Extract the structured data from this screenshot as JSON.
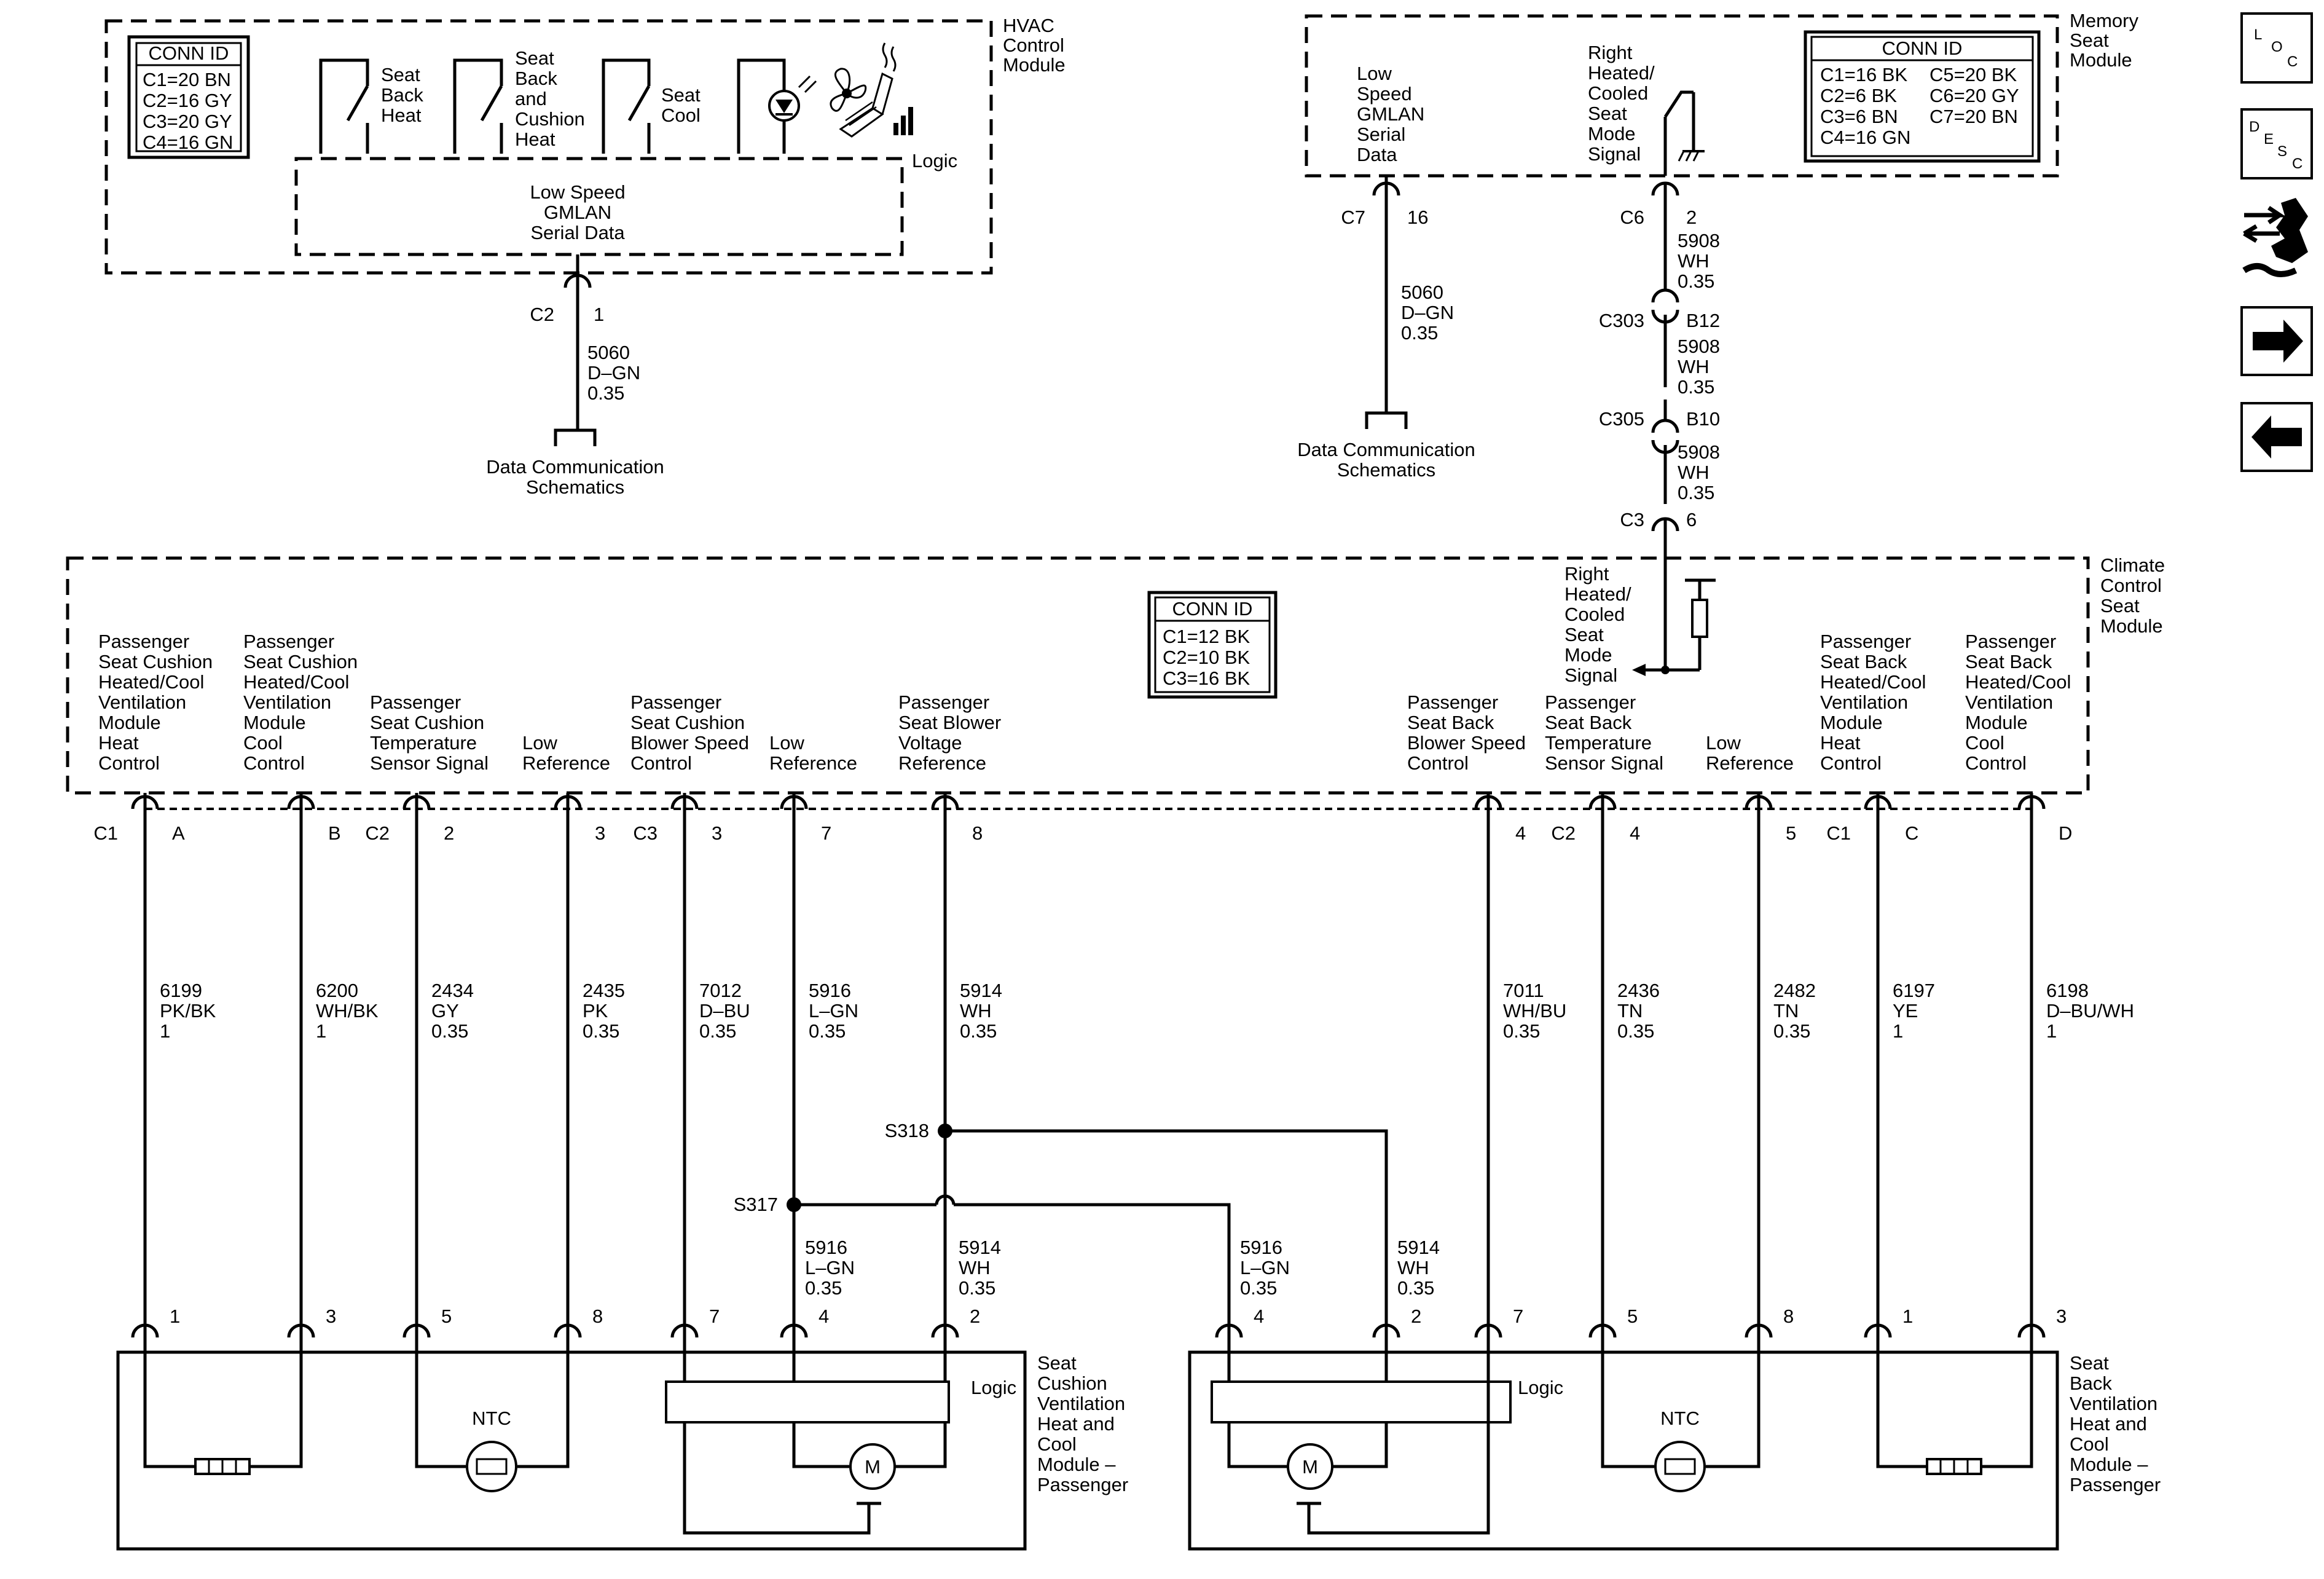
{
  "hvac": {
    "name": [
      "HVAC",
      "Control",
      "Module"
    ],
    "conn": {
      "title": "CONN ID",
      "lines": [
        "C1=20 BN",
        "C2=16 GY",
        "C3=20 GY",
        "C4=16 GN"
      ]
    },
    "switches": [
      [
        "Seat",
        "Back",
        "Heat"
      ],
      [
        "Seat",
        "Back",
        "and",
        "Cushion",
        "Heat"
      ],
      [
        "Seat",
        "Cool"
      ]
    ],
    "logic": "Logic",
    "inner": [
      "Low Speed",
      "GMLAN",
      "Serial Data"
    ],
    "pin_conn": "C2",
    "pin_num": "1",
    "wire": [
      "5060",
      "D–GN",
      "0.35"
    ],
    "dest": [
      "Data Communication",
      "Schematics"
    ]
  },
  "memory": {
    "name": [
      "Memory",
      "Seat",
      "Module"
    ],
    "conn": {
      "title": "CONN ID",
      "left": [
        "C1=16 BK",
        "C2=6 BK",
        "C3=6 BN",
        "C4=16 GN"
      ],
      "right": [
        "C5=20 BK",
        "C6=20 GY",
        "C7=20 BN"
      ]
    },
    "gmlan": [
      "Low",
      "Speed",
      "GMLAN",
      "Serial",
      "Data"
    ],
    "seat_signal": [
      "Right",
      "Heated/",
      "Cooled",
      "Seat",
      "Mode",
      "Signal"
    ],
    "c7": "C7",
    "c7_pin": "16",
    "wire_left": [
      "5060",
      "D–GN",
      "0.35"
    ],
    "dest": [
      "Data Communication",
      "Schematics"
    ],
    "c6": "C6",
    "c6_pin": "2",
    "wire_a": [
      "5908",
      "WH",
      "0.35"
    ],
    "c303": "C303",
    "b12": "B12",
    "wire_b": [
      "5908",
      "WH",
      "0.35"
    ],
    "c305": "C305",
    "b10": "B10",
    "wire_c": [
      "5908",
      "WH",
      "0.35"
    ],
    "c3": "C3",
    "c3_pin": "6"
  },
  "ccsm": {
    "name": [
      "Climate",
      "Control",
      "Seat",
      "Module"
    ],
    "conn": {
      "title": "CONN ID",
      "lines": [
        "C1=12 BK",
        "C2=10 BK",
        "C3=16 BK"
      ]
    },
    "seat_signal": [
      "Right",
      "Heated/",
      "Cooled",
      "Seat",
      "Mode",
      "Signal"
    ]
  },
  "circuits": [
    {
      "label": [
        "Passenger",
        "Seat Cushion",
        "Heated/Cool",
        "Ventilation",
        "Module",
        "Heat",
        "Control"
      ],
      "conn": "C1",
      "pin": "A",
      "wire": [
        "6199",
        "PK/BK",
        "1"
      ],
      "bottom_pin": "1"
    },
    {
      "label": [
        "Passenger",
        "Seat Cushion",
        "Heated/Cool",
        "Ventilation",
        "Module",
        "Cool",
        "Control"
      ],
      "conn": "",
      "pin": "B",
      "wire": [
        "6200",
        "WH/BK",
        "1"
      ],
      "bottom_pin": "3"
    },
    {
      "label": [
        "Passenger",
        "Seat Cushion",
        "Temperature",
        "Sensor Signal"
      ],
      "conn": "C2",
      "pin": "2",
      "wire": [
        "2434",
        "GY",
        "0.35"
      ],
      "bottom_pin": "5"
    },
    {
      "label": [
        "Low",
        "Reference"
      ],
      "conn": "",
      "pin": "3",
      "wire": [
        "2435",
        "PK",
        "0.35"
      ],
      "bottom_pin": "8"
    },
    {
      "label": [
        "Passenger",
        "Seat Cushion",
        "Blower Speed",
        "Control"
      ],
      "conn": "C3",
      "pin": "3",
      "wire": [
        "7012",
        "D–BU",
        "0.35"
      ],
      "bottom_pin": "7"
    },
    {
      "label": [
        "Low",
        "Reference"
      ],
      "conn": "",
      "pin": "7",
      "wire": [
        "5916",
        "L–GN",
        "0.35"
      ],
      "bottom_pin": "4"
    },
    {
      "label": [
        "Passenger",
        "Seat Blower",
        "Voltage",
        "Reference"
      ],
      "conn": "",
      "pin": "8",
      "wire": [
        "5914",
        "WH",
        "0.35"
      ],
      "bottom_pin": "2"
    },
    {
      "label": [
        "Passenger",
        "Seat Back",
        "Blower Speed",
        "Control"
      ],
      "conn": "",
      "pin": "4",
      "wire": [
        "7011",
        "WH/BU",
        "0.35"
      ],
      "bottom_pin": "7"
    },
    {
      "label": [
        "Passenger",
        "Seat Back",
        "Temperature",
        "Sensor Signal"
      ],
      "conn": "C2",
      "pin": "4",
      "wire": [
        "2436",
        "TN",
        "0.35"
      ],
      "bottom_pin": "5"
    },
    {
      "label": [
        "Low",
        "Reference"
      ],
      "conn": "",
      "pin": "5",
      "wire": [
        "2482",
        "TN",
        "0.35"
      ],
      "bottom_pin": "8"
    },
    {
      "label": [
        "Passenger",
        "Seat Back",
        "Heated/Cool",
        "Ventilation",
        "Module",
        "Heat",
        "Control"
      ],
      "conn": "C1",
      "pin": "C",
      "wire": [
        "6197",
        "YE",
        "1"
      ],
      "bottom_pin": "1"
    },
    {
      "label": [
        "Passenger",
        "Seat Back",
        "Heated/Cool",
        "Ventilation",
        "Module",
        "Cool",
        "Control"
      ],
      "conn": "",
      "pin": "D",
      "wire": [
        "6198",
        "D–BU/WH",
        "1"
      ],
      "bottom_pin": "3"
    }
  ],
  "splices": {
    "s318": "S318",
    "s317": "S317"
  },
  "crossover": {
    "left_1": [
      "5916",
      "L–GN",
      "0.35"
    ],
    "left_2": [
      "5914",
      "WH",
      "0.35"
    ],
    "right_1": [
      "5916",
      "L–GN",
      "0.35"
    ],
    "right_2": [
      "5914",
      "WH",
      "0.35"
    ],
    "right_pin_1": "4",
    "right_pin_2": "2"
  },
  "cushion_module": {
    "name": [
      "Seat",
      "Cushion",
      "Ventilation",
      "Heat and",
      "Cool",
      "Module –",
      "Passenger"
    ],
    "logic": "Logic",
    "ntc": "NTC",
    "motor": "M"
  },
  "back_module": {
    "name": [
      "Seat",
      "Back",
      "Ventilation",
      "Heat and",
      "Cool",
      "Module –",
      "Passenger"
    ],
    "logic": "Logic",
    "ntc": "NTC",
    "motor": "M"
  },
  "nav": {
    "loc": [
      "L",
      "O",
      "C"
    ],
    "desc": [
      "D",
      "E",
      "S",
      "C"
    ],
    "icons": [
      "connector-icon",
      "forward-arrow-icon",
      "back-arrow-icon"
    ]
  }
}
